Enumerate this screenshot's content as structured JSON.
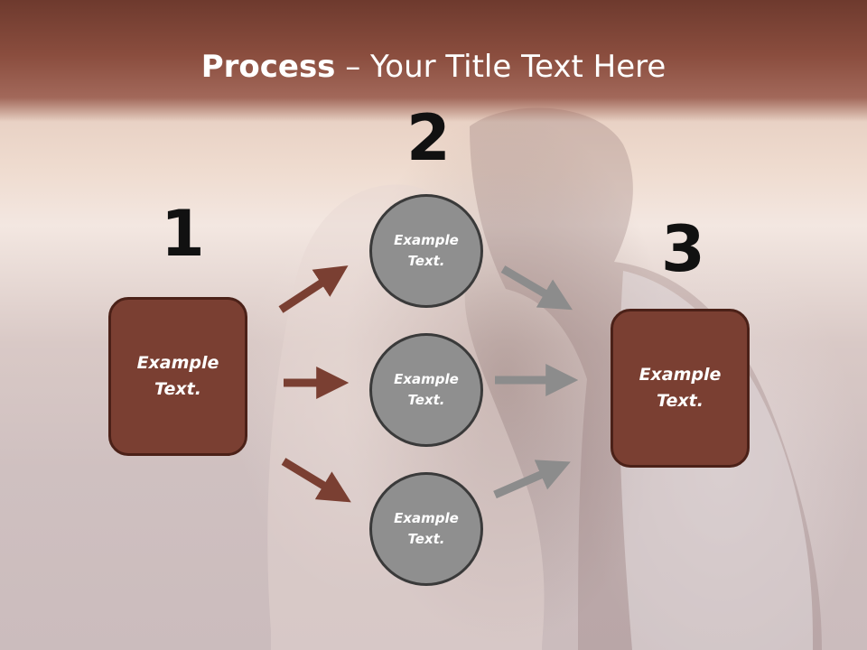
{
  "title": {
    "bold": "Process",
    "rest": " – Your Title Text Here"
  },
  "steps": {
    "one": "1",
    "two": "2",
    "three": "3"
  },
  "left_box": {
    "line1": "Example",
    "line2": "Text."
  },
  "right_box": {
    "line1": "Example",
    "line2": "Text."
  },
  "circles": [
    {
      "line1": "Example",
      "line2": "Text."
    },
    {
      "line1": "Example",
      "line2": "Text."
    },
    {
      "line1": "Example",
      "line2": "Text."
    }
  ],
  "colors": {
    "header": "#7a3f32",
    "box": "#7a3f32",
    "circle": "#8f8f8f",
    "arrow_brown": "#7a3f32",
    "arrow_gray": "#8c8c8c"
  }
}
